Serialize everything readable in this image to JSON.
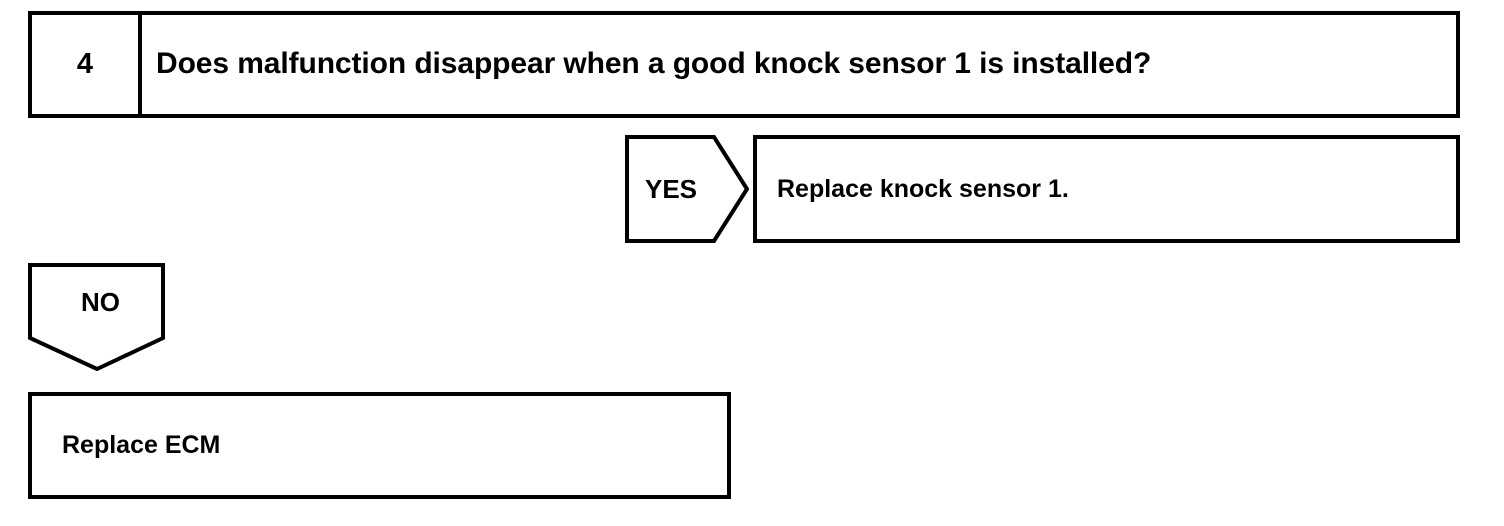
{
  "diagram": {
    "type": "troubleshooting-flowchart",
    "background_color": "#ffffff",
    "line_color": "#000000",
    "step": {
      "number": "4",
      "question": "Does malfunction disappear when a good knock sensor 1 is installed?"
    },
    "branches": [
      {
        "label": "YES",
        "shape": "right-pointing-pentagon",
        "action": "Replace knock sensor 1."
      },
      {
        "label": "NO",
        "shape": "down-pointing-pentagon",
        "action": "Replace ECM"
      }
    ]
  }
}
